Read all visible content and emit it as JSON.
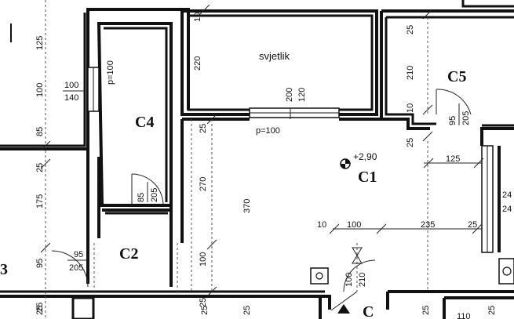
{
  "rooms": {
    "c4": "C4",
    "c1": "C1",
    "c2": "C2",
    "c5": "C5",
    "c3_partial": "3",
    "c_bottom": "C",
    "svjetlik": "svjetlik"
  },
  "level_mark": "+2,90",
  "openings": {
    "p100_left": "p=100",
    "p100_center": "p=100"
  },
  "dimensions": {
    "left_125": "125",
    "left_100": "100",
    "left_85": "85",
    "left_25": "25",
    "left_175": "175",
    "left_95": "95",
    "left_25b": "25",
    "win_100": "100",
    "win_140": "140",
    "c4_85": "85",
    "c4_205": "205",
    "door_95": "95",
    "door_205": "205",
    "top_10": "10",
    "top_220": "220",
    "mid_25": "25",
    "mid_270": "270",
    "mid_100": "100",
    "mid_25b": "25",
    "c1_370": "370",
    "sv_200": "200",
    "sv_120": "120",
    "c5_25": "25",
    "c5_210": "210",
    "c5_10": "10",
    "c5_95": "95",
    "c5_205": "205",
    "c1_25": "25",
    "c1_125": "125",
    "c1_10": "10",
    "c1_100": "100",
    "c1_235": "235",
    "c1_25b": "25",
    "door_100v": "100",
    "door_210v": "210",
    "right_24a": "24",
    "right_24b": "24",
    "bot_25a": "25",
    "bot_25b": "25",
    "bot_25c": "25",
    "bot_25d": "25",
    "bot_25e": "25",
    "bot_25f": "25",
    "bot_110": "110",
    "top_10b": "10",
    "top_25c": "25"
  }
}
